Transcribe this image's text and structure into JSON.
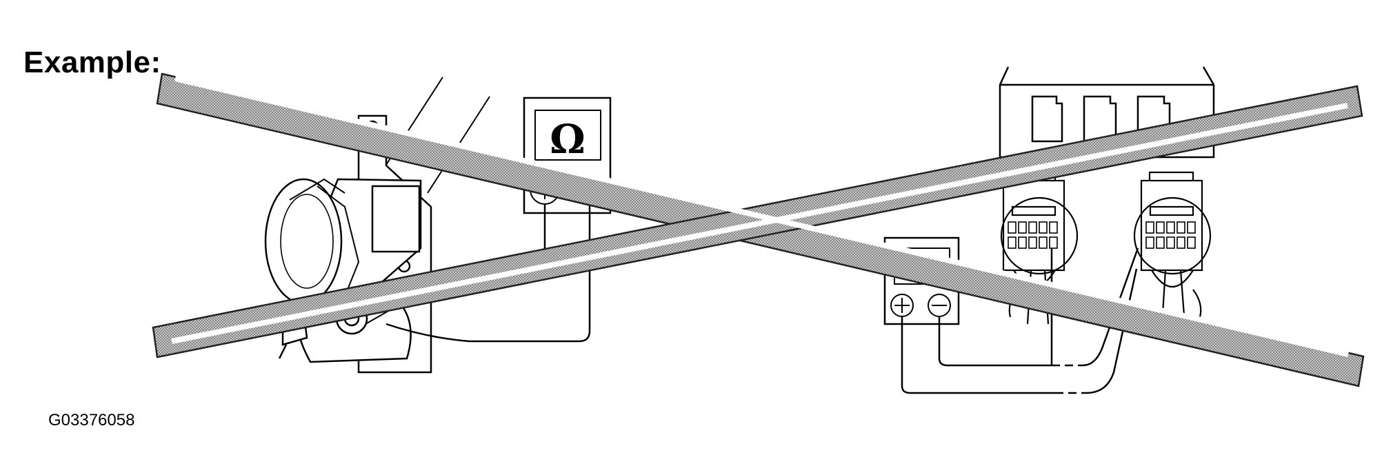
{
  "example_label": "Example:",
  "figure_id": "G03376058",
  "meter_symbol": "Ω",
  "colors": {
    "line": "#000000",
    "cross_fill": "#9a9a9a",
    "background": "#ffffff"
  },
  "illustration": {
    "left_component": "motor-assembly",
    "right_component": "junction-block-connectors",
    "overlay": "prohibition-cross"
  }
}
